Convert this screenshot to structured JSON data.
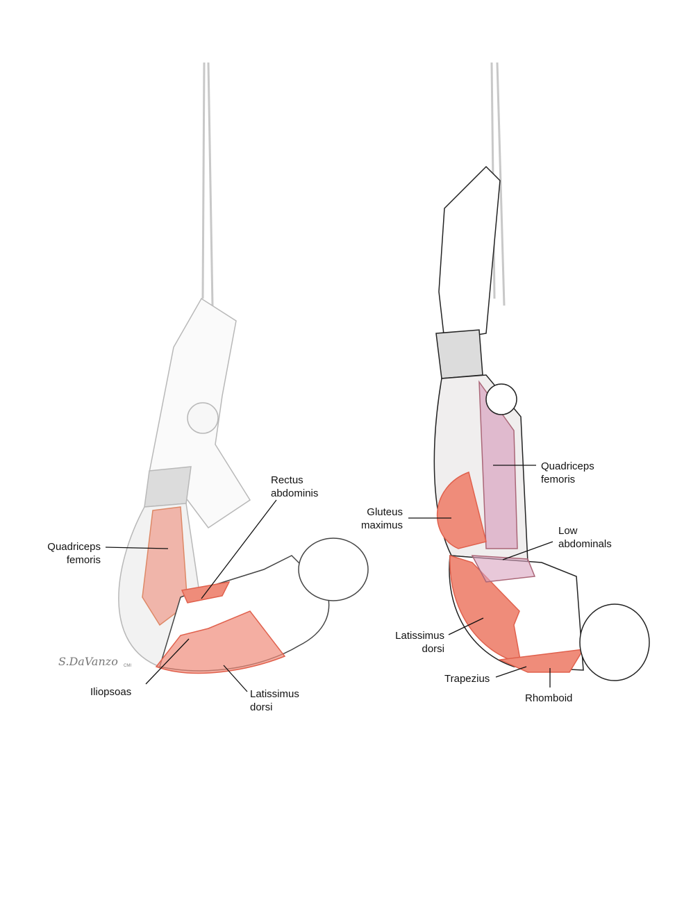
{
  "left_figure": {
    "labels": {
      "rectus": "Rectus\nabdominis",
      "quadriceps": "Quadriceps\nfemoris",
      "iliopsoas": "Iliopsoas",
      "latissimus": "Latissimus\ndorsi"
    },
    "signature": "SDaVanzo CMI"
  },
  "right_figure": {
    "labels": {
      "quadriceps": "Quadriceps\nfemoris",
      "gluteus": "Gluteus\nmaximus",
      "low_abs": "Low\nabdominals",
      "latissimus": "Latissimus\ndorsi",
      "trapezius": "Trapezius",
      "rhomboid": "Rhomboid"
    }
  },
  "colors": {
    "muscle": "#ef8c7a",
    "muscle_dark": "#e0604c",
    "skin_outline": "#222222",
    "ghost_outline": "#b8b8b8",
    "shorts": "#dcdcdc"
  }
}
